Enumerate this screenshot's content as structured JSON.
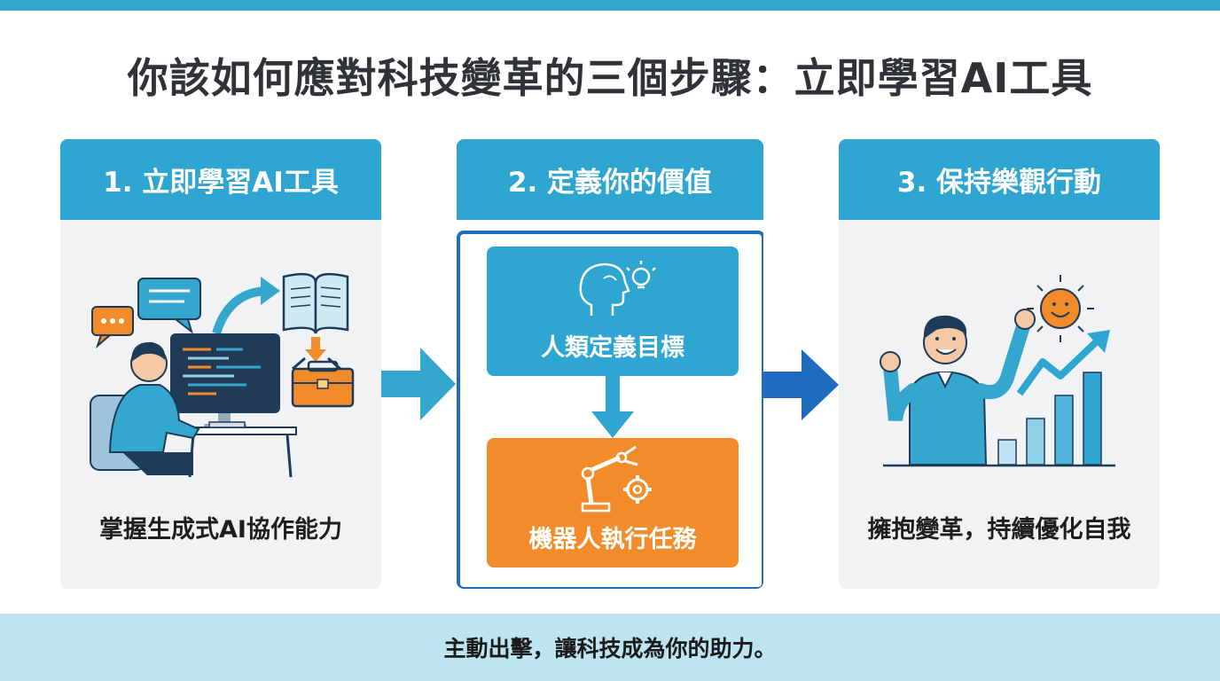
{
  "title": "你該如何應對科技變革的三個步驟：立即學習AI工具",
  "steps": [
    {
      "header": "1. 立即學習AI工具",
      "caption": "掌握生成式AI協作能力",
      "illustration": "person-at-computer-with-book-and-toolbox"
    },
    {
      "header": "2. 定義你的價值",
      "boxes": [
        {
          "label": "人類定義目標",
          "icon": "head-lightbulb-icon",
          "color": "#2fa5d1"
        },
        {
          "label": "機器人執行任務",
          "icon": "robot-arm-gear-icon",
          "color": "#f28c2a"
        }
      ]
    },
    {
      "header": "3. 保持樂觀行動",
      "caption": "擁抱變革，持續優化自我",
      "illustration": "cheering-person-sun-rising-chart"
    }
  ],
  "footer": "主動出擊，讓科技成為你的助力。",
  "colors": {
    "accent_blue": "#2fa5d1",
    "frame_blue": "#1f6cbf",
    "orange": "#f28c2a",
    "banner": "#bde5f1"
  }
}
